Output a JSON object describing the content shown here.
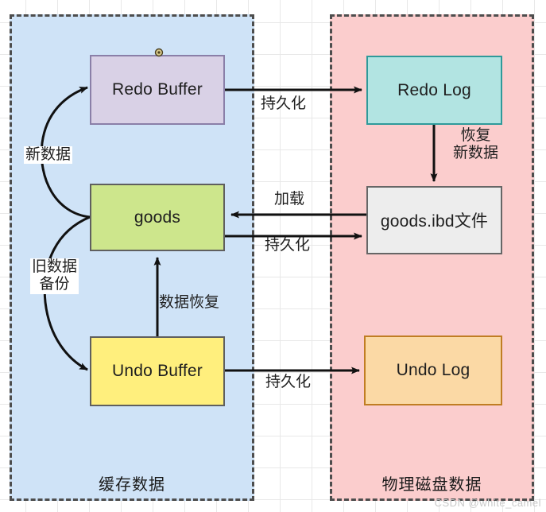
{
  "diagram": {
    "title": "MySQL Redo/Undo buffer and log persistence diagram",
    "watermark": "CSDN @white_camel"
  },
  "regions": [
    {
      "id": "cache",
      "label": "缓存数据",
      "color": "#cfe3f7"
    },
    {
      "id": "disk",
      "label": "物理磁盘数据",
      "color": "#fbcdcd"
    }
  ],
  "nodes": [
    {
      "id": "redo-buffer",
      "label": "Redo Buffer",
      "fill": "#d9d1e6",
      "stroke": "#8a7fa8"
    },
    {
      "id": "goods",
      "label": "goods",
      "fill": "#cde68c",
      "stroke": "#5f5f5f"
    },
    {
      "id": "undo-buffer",
      "label": "Undo Buffer",
      "fill": "#ffef7d",
      "stroke": "#5f5f5f"
    },
    {
      "id": "redo-log",
      "label": "Redo Log",
      "fill": "#b2e4e2",
      "stroke": "#2e9a9a"
    },
    {
      "id": "ibd-file",
      "label": "goods.ibd文件",
      "fill": "#ededed",
      "stroke": "#666666"
    },
    {
      "id": "undo-log",
      "label": "Undo Log",
      "fill": "#fbd9a5",
      "stroke": "#c07d23"
    }
  ],
  "edges": [
    {
      "id": "new-data",
      "label": "新数据",
      "from": "goods",
      "to": "redo-buffer"
    },
    {
      "id": "old-data",
      "label": "旧数据\n备份",
      "from": "goods",
      "to": "undo-buffer"
    },
    {
      "id": "persist-redo",
      "label": "持久化",
      "from": "redo-buffer",
      "to": "redo-log"
    },
    {
      "id": "restore",
      "label": "恢复\n新数据",
      "from": "redo-log",
      "to": "ibd-file"
    },
    {
      "id": "load",
      "label": "加载",
      "from": "ibd-file",
      "to": "goods"
    },
    {
      "id": "persist-goods",
      "label": "持久化",
      "from": "goods",
      "to": "ibd-file"
    },
    {
      "id": "data-recover",
      "label": "数据恢复",
      "from": "undo-buffer",
      "to": "goods"
    },
    {
      "id": "persist-undo",
      "label": "持久化",
      "from": "undo-buffer",
      "to": "undo-log"
    }
  ]
}
